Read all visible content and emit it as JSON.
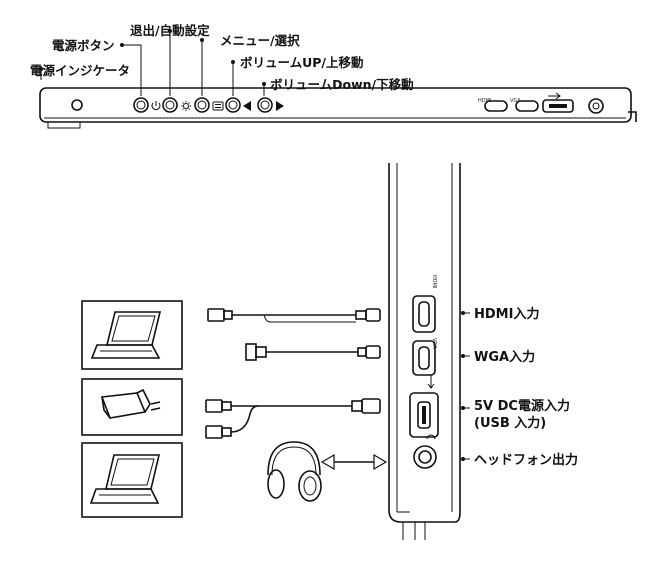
{
  "top_labels": {
    "power_indicator": "電源インジケータ",
    "power_button": "電源ボタン",
    "exit_auto": "退出/自動設定",
    "menu_select": "メニュー/選択",
    "volume_up": "ボリュームUP/上移動",
    "volume_down": "ボリュームDown/下移動"
  },
  "port_labels": {
    "hdmi": "HDMI入力",
    "vga": "WGA入力",
    "dc_line1": "5V DC電源入力",
    "dc_line2": "(USB 入力)",
    "headphone": "ヘッドフォン出力"
  },
  "port_marks": {
    "hdmi": "HDMI",
    "vga": "VGA"
  },
  "colors": {
    "ink": "#111111",
    "background": "#ffffff"
  }
}
